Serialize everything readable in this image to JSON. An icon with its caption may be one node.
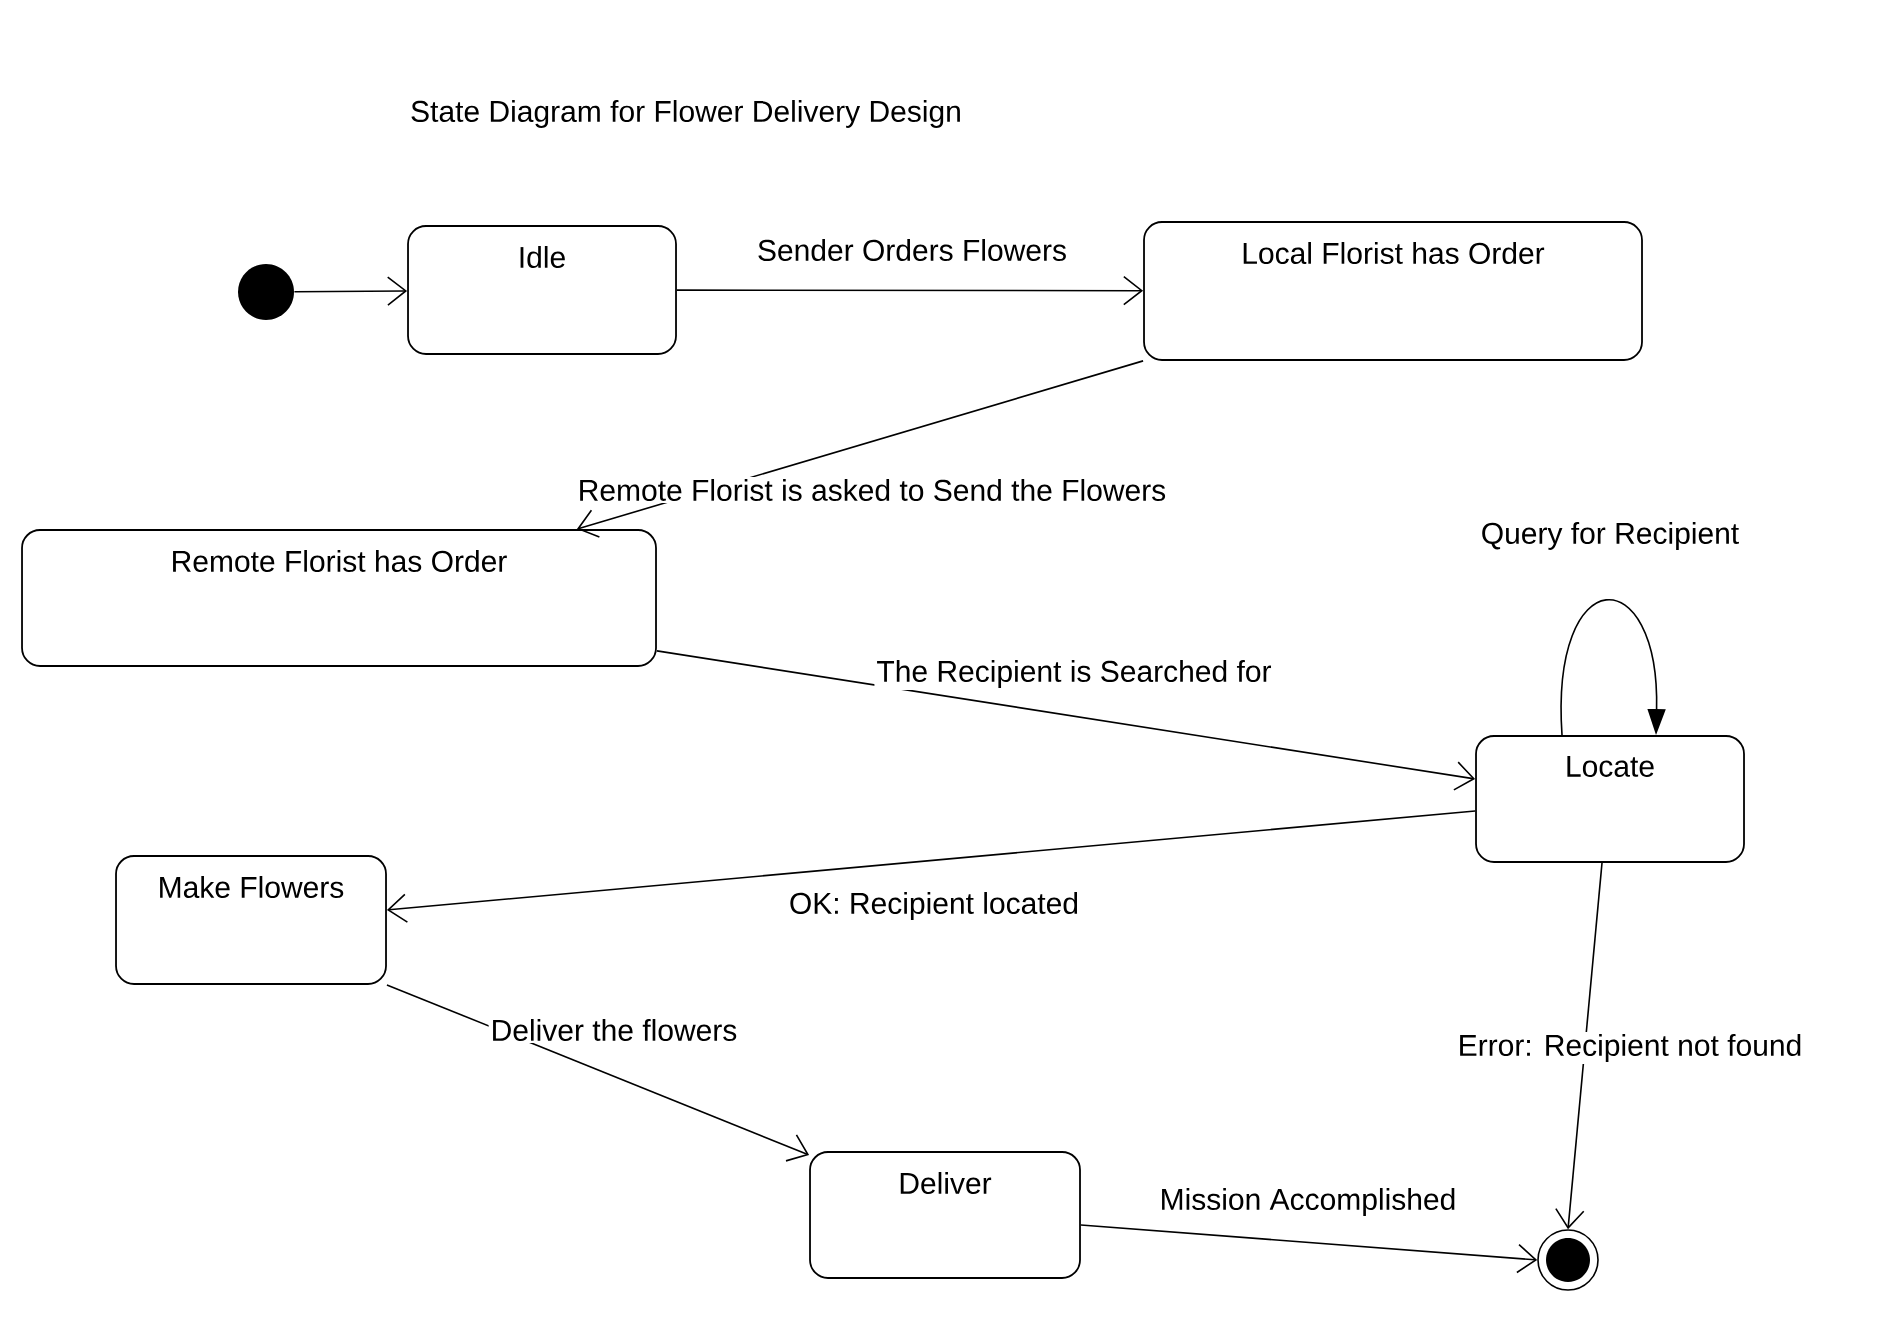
{
  "diagram": {
    "title": "State Diagram for Flower Delivery Design",
    "nodes": [
      {
        "text": [],
        "shape": "circle"
      },
      {
        "text": [
          "Idle"
        ]
      },
      {
        "text": [
          "Local Florist has Order"
        ]
      },
      {
        "text": [
          "Remote Florist has Order"
        ]
      },
      {
        "text": [
          "Locate"
        ]
      },
      {
        "text": [
          "Make Flowers"
        ]
      },
      {
        "text": [
          "Deliver"
        ]
      },
      {
        "text": [],
        "shape": "circle"
      }
    ],
    "edges": [
      {
        "from": 0,
        "to": 1,
        "arrow": "to"
      },
      {
        "from": 1,
        "to": 2,
        "arrow": "to",
        "label": "Sender Orders Flowers"
      },
      {
        "from": 2,
        "to": 3,
        "arrow": "to",
        "label": "Remote Florist is asked to Send the Flowers"
      },
      {
        "from": 3,
        "to": 4,
        "arrow": "to",
        "label": "The Recipient is Searched for"
      },
      {
        "from": 4,
        "to": 4,
        "arrow": "to",
        "label": "Query for Recipient"
      },
      {
        "from": 4,
        "to": 5,
        "arrow": "to",
        "label": "OK: Recipient located"
      },
      {
        "from": 5,
        "to": 6,
        "arrow": "to",
        "label": "Deliver the flowers"
      },
      {
        "from": 6,
        "to": 7,
        "arrow": "to",
        "label": "Mission Accomplished"
      },
      {
        "from": 4,
        "to": 7,
        "arrow": "to",
        "label": "Error: Recipient not found"
      }
    ]
  }
}
